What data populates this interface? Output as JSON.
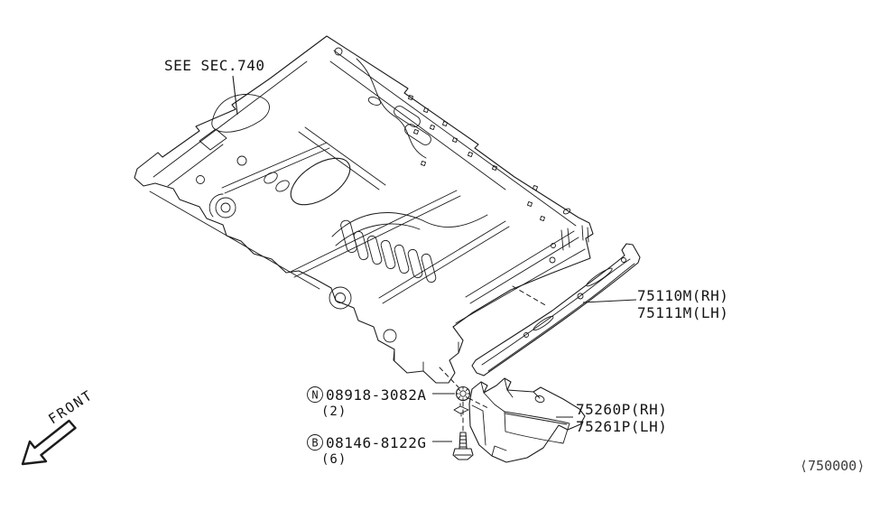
{
  "doc": {
    "type": "parts-diagram",
    "section_ref": "SEE SEC.740",
    "footer_code": "⟨750000⟩",
    "front_label": "FRONT"
  },
  "callouts": {
    "rail": {
      "rh": "75110M(RH)",
      "lh": "75111M(LH)"
    },
    "bracket": {
      "rh": "75260P(RH)",
      "lh": "75261P(LH)"
    },
    "nut": {
      "symbol": "N",
      "part": "08918-3082A",
      "qty": "(2)"
    },
    "bolt": {
      "symbol": "B",
      "part": "08146-8122G",
      "qty": "(6)"
    }
  },
  "colors": {
    "background": "#ffffff",
    "line": "#1c1c1c",
    "footer_text": "#3d3d3d"
  }
}
